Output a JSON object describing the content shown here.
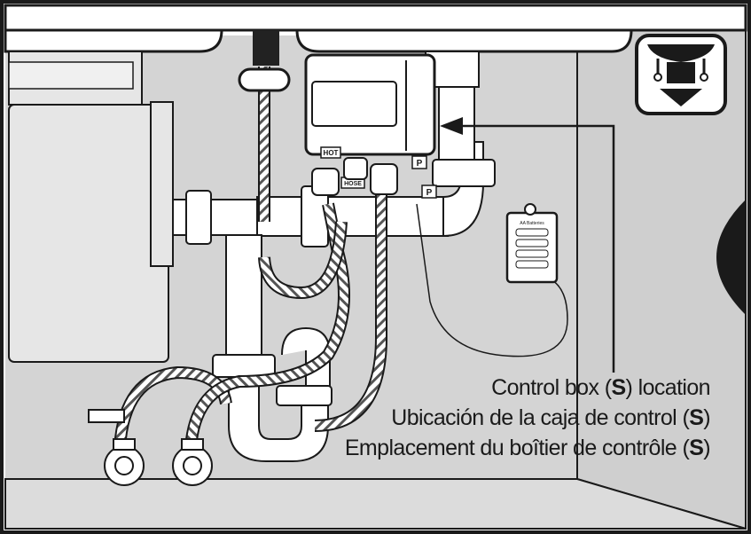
{
  "labels": {
    "hot": "HOT",
    "hose": "HOSE",
    "p_top": "P",
    "p_bottom": "P",
    "battery_pack": "AA Batteries"
  },
  "caption": {
    "en_pre": "Control box (",
    "en_s": "S",
    "en_post": ") location",
    "es_pre": "Ubicación de la caja de control (",
    "es_s": "S",
    "es_post": ")",
    "fr_pre": "Emplacement du boîtier de contrôle (",
    "fr_s": "S",
    "fr_post": ")"
  },
  "icons": {
    "corner": "under-sink-install-icon"
  },
  "colors": {
    "cabinet_gray": "#d4d4d4",
    "pipe_white": "#ffffff",
    "outline": "#1a1a1a",
    "disposal_gray": "#e6e6e6"
  }
}
